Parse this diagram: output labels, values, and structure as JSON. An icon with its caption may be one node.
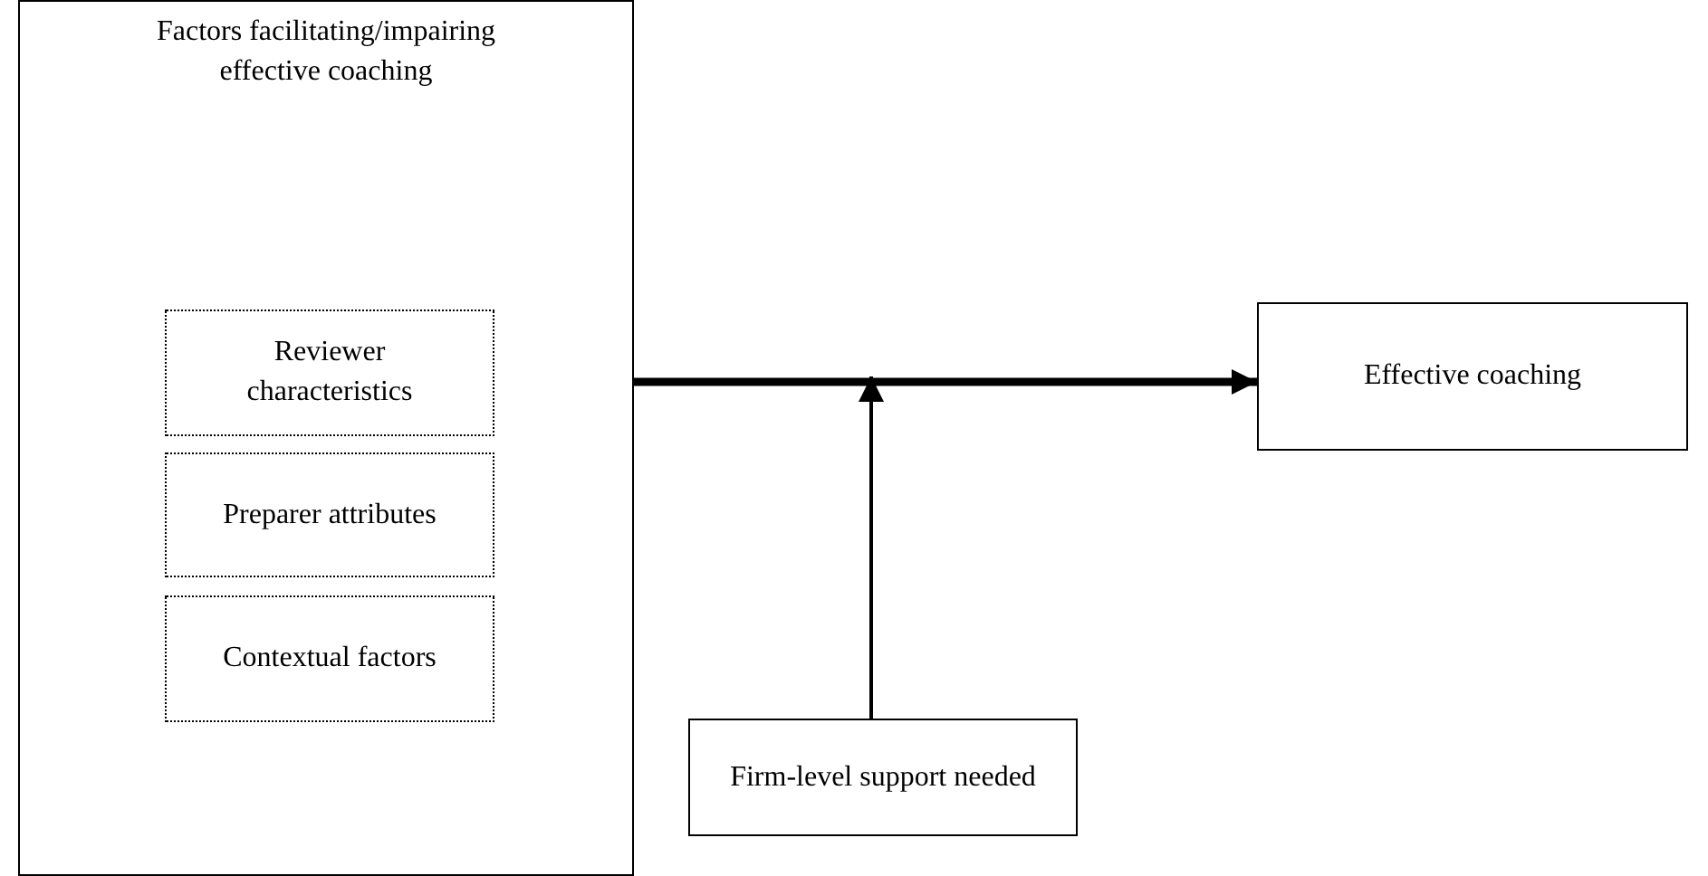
{
  "diagram": {
    "nodes": [
      {
        "text": [
          "Factors facilitating/impairing effective coaching"
        ]
      },
      {
        "text": [
          "Reviewer characteristics"
        ],
        "in": 0
      },
      {
        "text": [
          "Preparer attributes"
        ],
        "in": 0
      },
      {
        "text": [
          "Contextual factors"
        ],
        "in": 0
      },
      {
        "text": [
          "Effective coaching"
        ]
      },
      {
        "text": [
          "Firm-level support needed"
        ]
      }
    ],
    "edges": [
      {
        "from": 0,
        "to": 4,
        "arrow": "to",
        "style": "thick"
      },
      {
        "from": 5,
        "to": null,
        "arrow": "to"
      }
    ]
  }
}
